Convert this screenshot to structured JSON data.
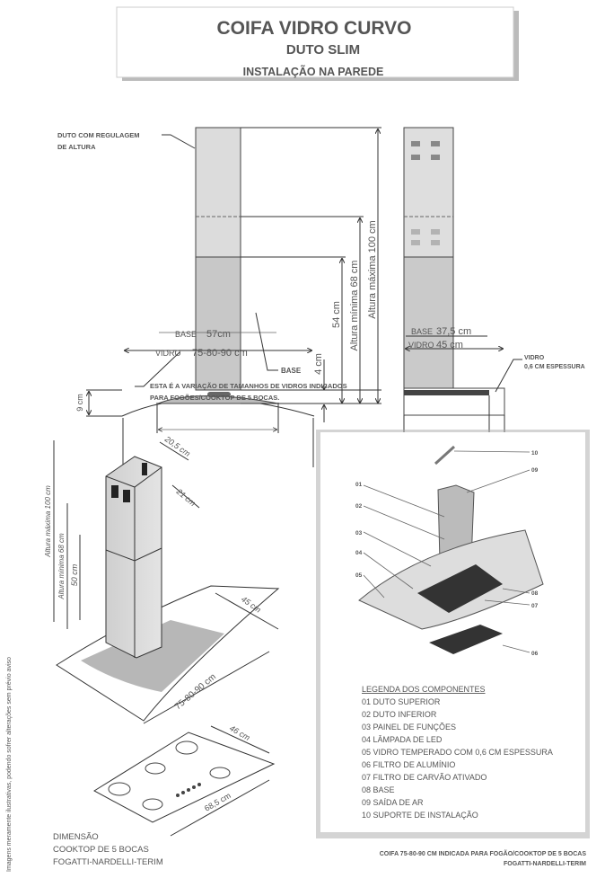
{
  "header": {
    "title": "COIFA VIDRO CURVO",
    "subtitle": "DUTO SLIM",
    "section": "INSTALAÇÃO NA PAREDE"
  },
  "front_view": {
    "duct_label_1": "DUTO COM REGULAGEM",
    "duct_label_2": "DE ALTURA",
    "dim_max": "Altura máxima 100 cm",
    "dim_min": "Altura mínima 68 cm",
    "dim_54": "54 cm",
    "dim_4": "4 cm",
    "dim_9": "9 cm",
    "base_label": "BASE",
    "base_value": "57cm",
    "glass_label": "VIDRO",
    "glass_value": "75-80-90 cm",
    "base_pointer": "BASE",
    "note_1": "ESTA É A VARIAÇÃO DE TAMANHOS DE VIDROS INDICADOS",
    "note_2": "PARA FOGÕES/COOKTOP DE 5 BOCAS."
  },
  "side_view": {
    "glass_label_1": "VIDRO",
    "glass_label_2": "0,6 CM ESPESSURA",
    "base_label": "BASE",
    "base_value": "37,5 cm",
    "glass_label": "VIDRO",
    "glass_value": "45 cm"
  },
  "iso_view": {
    "dim_top_depth": "20,5 cm",
    "dim_top_width": "21 cm",
    "dim_max": "Altura máxima 100 cm",
    "dim_min": "Altura mínima 68 cm",
    "dim_50": "50 cm",
    "dim_depth": "45 cm",
    "dim_width": "75-80-90 cm",
    "cooktop_depth": "46 cm",
    "cooktop_width": "68,5 cm",
    "caption_1": "DIMENSÃO",
    "caption_2": "COOKTOP DE 5 BOCAS",
    "caption_3": "FOGATTI-NARDELLI-TERIM",
    "side_note": "Imagens meramente ilustrativas, podendo sofrer alterações sem prévio aviso"
  },
  "exploded": {
    "callouts": [
      "01",
      "02",
      "03",
      "04",
      "05",
      "06",
      "07",
      "08",
      "09",
      "10"
    ],
    "legend_title": "LEGENDA DOS COMPONENTES",
    "legend": [
      "01 DUTO SUPERIOR",
      "02 DUTO INFERIOR",
      "03 PAINEL DE FUNÇÕES",
      "04 LÂMPADA DE LED",
      "05 VIDRO TEMPERADO COM 0,6 CM ESPESSURA",
      "06 FILTRO DE ALUMÍNIO",
      "07 FILTRO DE CARVÃO ATIVADO",
      "08 BASE",
      "09 SAÍDA DE AR",
      "10 SUPORTE DE  INSTALAÇÃO"
    ],
    "footer_1": "COIFA 75-80-90 CM INDICADA PARA FOGÃO/COOKTOP DE 5 BOCAS",
    "footer_2": "FOGATTI-NARDELLI-TERIM"
  }
}
